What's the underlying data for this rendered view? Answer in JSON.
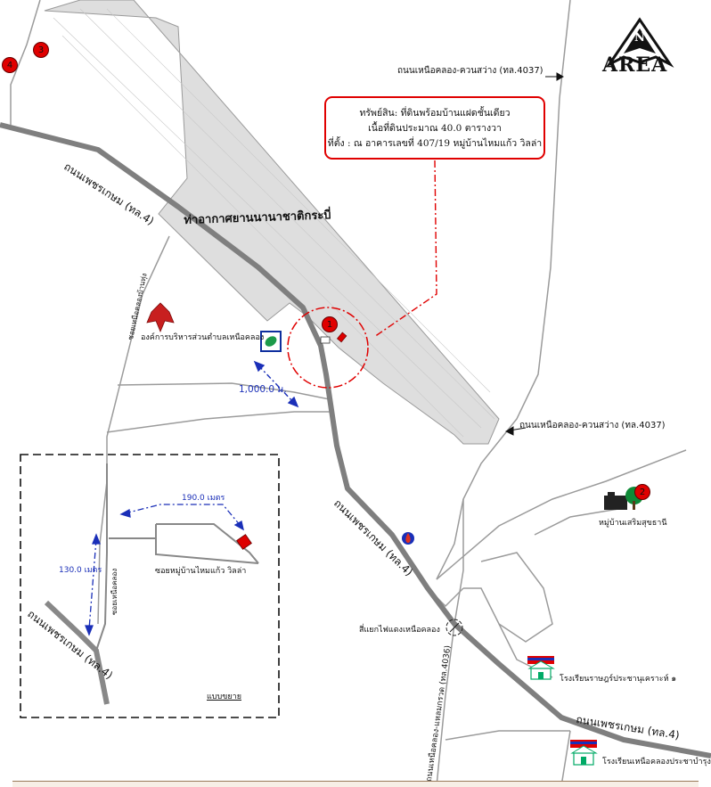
{
  "colors": {
    "road_main": "#7f7f7f",
    "road_minor": "#9b9b9b",
    "airport_fill": "#dcdcdc",
    "callout_border": "#e00000",
    "distance_text": "#1a2fb8",
    "marker": "#e00000"
  },
  "logo": {
    "north_letter": "N",
    "brand": "AREA"
  },
  "callout": {
    "line1": "ทรัพย์สิน: ที่ดินพร้อมบ้านแฝดชั้นเดียว",
    "line2": "เนื้อที่ดินประมาณ  40.0 ตารางวา",
    "line3": "ที่ตั้ง : ณ อาคารเลขที่ 407/19 หมู่บ้านไหมแก้ว วิลล่า"
  },
  "labels": {
    "road_top_right": "ถนนเหนือคลอง-ควนสว่าง (ทล.4037)",
    "road_mid_right": "ถนนเหนือคลอง-ควนสว่าง (ทล.4037)",
    "airport": "ท่าอากาศยานนานาชาติกระบี่",
    "petkasem_upper": "ถนนเพชรเกษม (ทล.4)",
    "petkasem_mid": "ถนนเพชรเกษม (ทล.4)",
    "petkasem_lower": "ถนนเพชรเกษม (ทล.4)",
    "petkasem_inset": "ถนนเพชรเกษม (ทล.4)",
    "lane_left": "ซอยเหนือคลองบ้านทุ่ง",
    "sao_office": "องค์การบริหารส่วนตำบลเหนือคลอง",
    "distance_main": "1,000.0 ม.",
    "distance_inset_top": "190.0 เมตร",
    "distance_inset_left": "130.0 เมตร",
    "lane_inset": "ซอยหมู่บ้านไหมแก้ว วิลล่า",
    "lane_inset_vertical": "ซอยเหนือคลอง",
    "village_2": "หมู่บ้านเสริมสุขธานี",
    "intersection": "สี่แยกไฟแดงเหนือคลอง",
    "road_4036": "ถนนเหนือคลอง-แหลมกรวด (ทล.4036)",
    "school_1": "โรงเรียนราษฎร์ประชานุเคราะห์ ๑",
    "school_2": "โรงเรียนเหนือคลองประชาบำรุง",
    "inset_title": "แบบขยาย"
  },
  "markers": {
    "m1": "1",
    "m2": "2",
    "m3": "3",
    "m4": "4"
  }
}
